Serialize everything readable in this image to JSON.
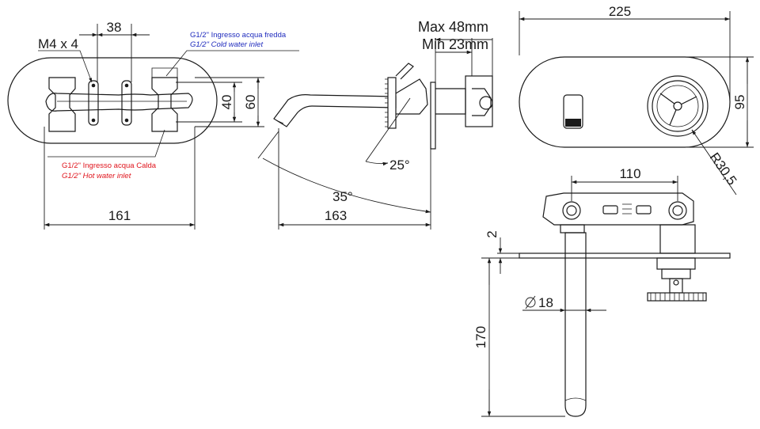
{
  "dimensions": {
    "screw": "M4 x 4",
    "inlet_spacing": "38",
    "front_height_inner": "40",
    "front_height_outer": "60",
    "front_width": "161",
    "protrusion_max": "Max 48mm",
    "protrusion_min": "Min 23mm",
    "side_angle_small": "25°",
    "side_angle_large": "35°",
    "side_length": "163",
    "plate_width": "225",
    "plate_height": "95",
    "handle_radius": "R30,5",
    "body_width": "110",
    "plate_gap": "2",
    "spout_diameter": "18",
    "spout_length": "170"
  },
  "notes": {
    "cold_it": "G1/2\" Ingresso acqua fredda",
    "cold_en": "G1/2\" Cold water inlet",
    "hot_it": "G1/2\" Ingresso acqua Calda",
    "hot_en": "G1/2\" Hot water inlet"
  },
  "colors": {
    "cold": "#1f2bbd",
    "hot": "#e0141c",
    "line": "#1a1a1a"
  }
}
